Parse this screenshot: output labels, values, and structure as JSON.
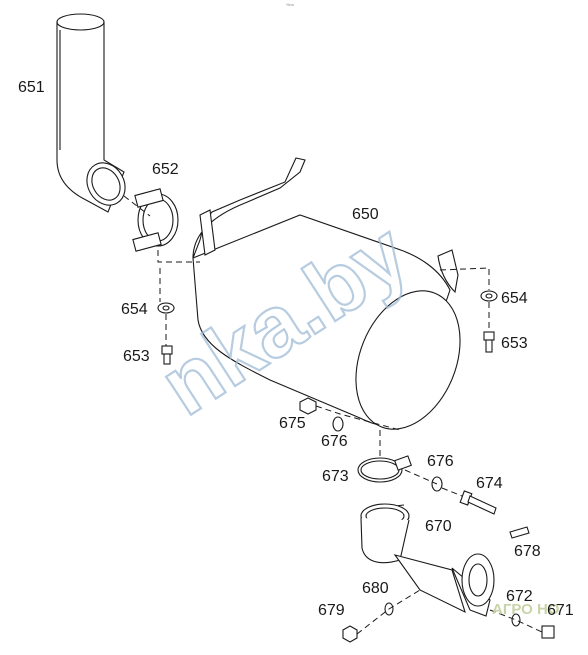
{
  "top_marker": "%nn",
  "watermark": "nka.by",
  "corner_logo": "АГРО НО",
  "parts": {
    "p651": "651",
    "p652": "652",
    "p650": "650",
    "p654_left": "654",
    "p654_right": "654",
    "p653_left": "653",
    "p653_right": "653",
    "p675": "675",
    "p676_a": "676",
    "p676_b": "676",
    "p673": "673",
    "p674": "674",
    "p670": "670",
    "p678": "678",
    "p680": "680",
    "p679": "679",
    "p672": "672",
    "p671": "671"
  }
}
